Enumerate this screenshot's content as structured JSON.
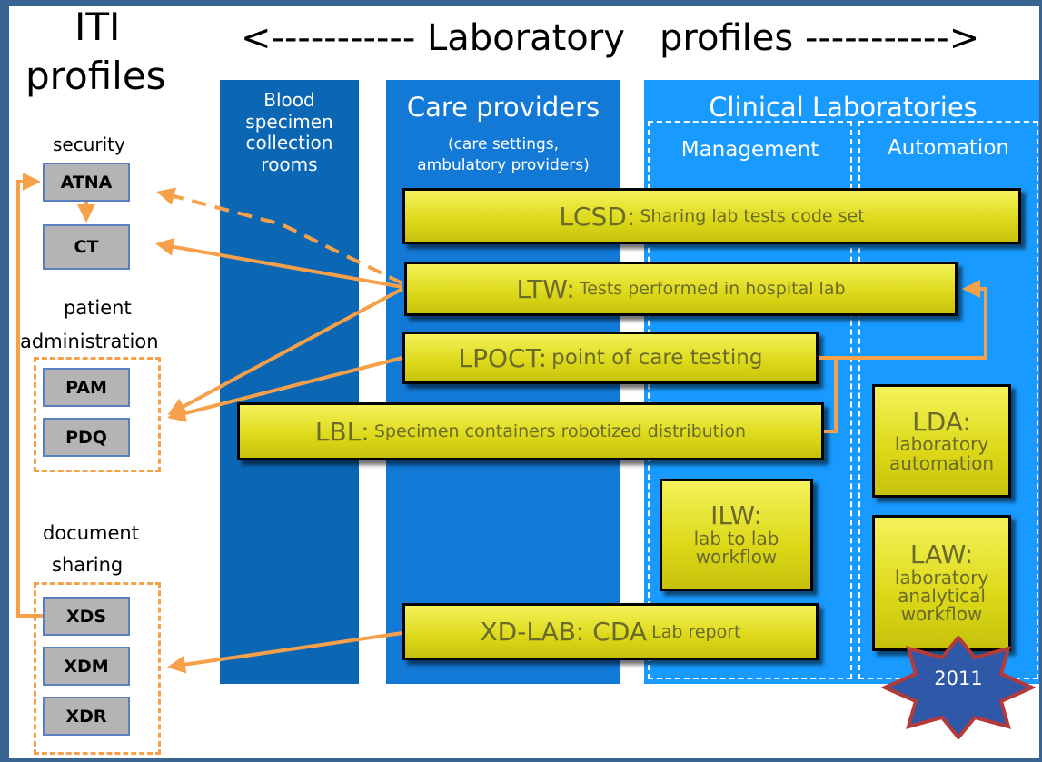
{
  "header": {
    "iti_line1": "ITI",
    "iti_line2": "profiles",
    "lab_banner": "<----------- Laboratory   profiles ----------->"
  },
  "columns": {
    "blood": [
      "Blood",
      "specimen",
      "collection",
      "rooms"
    ],
    "care_title": "Care providers",
    "care_sub": [
      "(care settings,",
      "ambulatory providers)"
    ],
    "lab_title": "Clinical Laboratories",
    "lab_management": "Management",
    "lab_automation": "Automation"
  },
  "iti_groups": {
    "security": {
      "label": "security",
      "items": [
        "ATNA",
        "CT"
      ]
    },
    "patient_admin": {
      "label_line1": "patient",
      "label_line2": "administration",
      "items": [
        "PAM",
        "PDQ"
      ]
    },
    "doc_sharing": {
      "label_line1": "document",
      "label_line2": "sharing",
      "items": [
        "XDS",
        "XDM",
        "XDR"
      ]
    }
  },
  "profiles": {
    "lcsd": {
      "code": "LCSD:",
      "desc": "Sharing lab tests code set"
    },
    "ltw": {
      "code": "LTW:",
      "desc": "Tests performed in hospital lab"
    },
    "lpoct": {
      "code": "LPOCT:",
      "desc": "point of care testing"
    },
    "lbl": {
      "code": "LBL:",
      "desc": "Specimen containers robotized distribution"
    },
    "xdlab": {
      "code": "XD-LAB: CDA",
      "desc": "Lab report"
    },
    "ilw": {
      "code": "ILW:",
      "lines": [
        "lab to lab",
        "workflow"
      ]
    },
    "lda": {
      "code": "LDA:",
      "lines": [
        "laboratory",
        "automation"
      ]
    },
    "law": {
      "code": "LAW:",
      "lines": [
        "laboratory",
        "analytical",
        "workflow"
      ]
    }
  },
  "badge": {
    "label": "2011"
  },
  "colors": {
    "frame": "#3a6592",
    "blood_column": "#0b66b4",
    "care_column": "#1279d7",
    "lab_column": "#189aff",
    "profile_box": "#dcd818",
    "iti_box": "#b4b4b4",
    "arrow": "#f6a04a",
    "badge_fill": "#2f58a8",
    "badge_border": "#b33a3a"
  }
}
